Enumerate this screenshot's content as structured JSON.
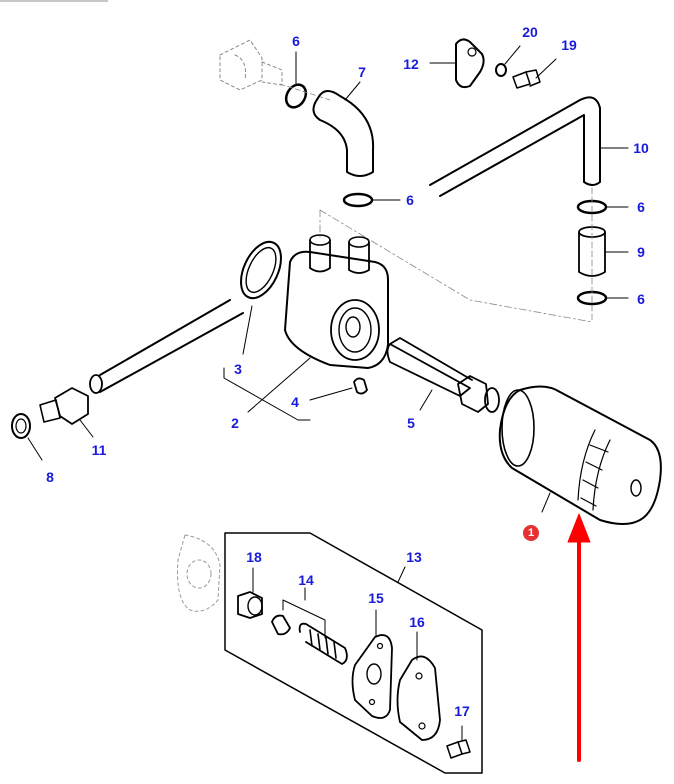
{
  "title": "Engine oil filter and oil cooler assembly – exploded parts diagram",
  "highlight": {
    "part_number": "1",
    "badge_color": "#e53131",
    "arrow_color": "#ff0000"
  },
  "label_color": "#1a1adc",
  "callouts": [
    {
      "id": "c6a",
      "text": "6"
    },
    {
      "id": "c7",
      "text": "7"
    },
    {
      "id": "c12",
      "text": "12"
    },
    {
      "id": "c20",
      "text": "20"
    },
    {
      "id": "c19",
      "text": "19"
    },
    {
      "id": "c10",
      "text": "10"
    },
    {
      "id": "c6b",
      "text": "6"
    },
    {
      "id": "c6c",
      "text": "6"
    },
    {
      "id": "c9",
      "text": "9"
    },
    {
      "id": "c6d",
      "text": "6"
    },
    {
      "id": "c3",
      "text": "3"
    },
    {
      "id": "c2",
      "text": "2"
    },
    {
      "id": "c4",
      "text": "4"
    },
    {
      "id": "c5",
      "text": "5"
    },
    {
      "id": "c11",
      "text": "11"
    },
    {
      "id": "c8",
      "text": "8"
    },
    {
      "id": "c13",
      "text": "13"
    },
    {
      "id": "c18",
      "text": "18"
    },
    {
      "id": "c14",
      "text": "14"
    },
    {
      "id": "c15",
      "text": "15"
    },
    {
      "id": "c16",
      "text": "16"
    },
    {
      "id": "c17",
      "text": "17"
    }
  ],
  "parts": [
    {
      "number": "1",
      "name": "oil-filter"
    },
    {
      "number": "2",
      "name": "oil-cooler"
    },
    {
      "number": "3",
      "name": "o-ring-seal"
    },
    {
      "number": "4",
      "name": "plug"
    },
    {
      "number": "5",
      "name": "threaded-adapter"
    },
    {
      "number": "6",
      "name": "hose-clamp"
    },
    {
      "number": "7",
      "name": "elbow-hose"
    },
    {
      "number": "8",
      "name": "washer"
    },
    {
      "number": "9",
      "name": "hose-sleeve"
    },
    {
      "number": "10",
      "name": "coolant-pipe"
    },
    {
      "number": "11",
      "name": "union-fitting"
    },
    {
      "number": "12",
      "name": "pipe-bracket"
    },
    {
      "number": "13",
      "name": "relief-valve-kit"
    },
    {
      "number": "14",
      "name": "valve-and-spring"
    },
    {
      "number": "15",
      "name": "gasket"
    },
    {
      "number": "16",
      "name": "cover-plate"
    },
    {
      "number": "17",
      "name": "bolt"
    },
    {
      "number": "18",
      "name": "valve-seat"
    },
    {
      "number": "19",
      "name": "bolt"
    },
    {
      "number": "20",
      "name": "washer"
    }
  ]
}
